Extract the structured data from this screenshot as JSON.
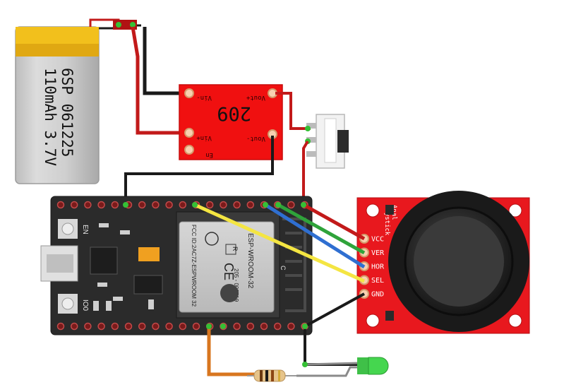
{
  "battery": {
    "line1": "6SP 061225",
    "line2": "110mAh 3.7V"
  },
  "booster": {
    "chip_label": "209",
    "pin_vin_minus": "Vin-",
    "pin_vin_plus": "Vin+",
    "pin_vout_plus": "Vout+",
    "pin_vout_minus": "Vout-",
    "pin_en": "En"
  },
  "esp32": {
    "button_en": "EN",
    "button_io0": "IO0",
    "module_name": "ESP-WROOM-32",
    "fcc_id": "FCC ID:2AC7Z-ESPWROOM 32",
    "cert_number": "205 - 000519",
    "r_mark": "R",
    "ce_mark": "CE",
    "c_mark": "C"
  },
  "joystick": {
    "title": "Anal",
    "title2": "Joystick",
    "pins": [
      "VCC",
      "VER",
      "HOR",
      "SEL",
      "GND"
    ]
  },
  "colors": {
    "board_red": "#e8181e",
    "booster_red": "#f01010",
    "esp_board": "#2b2b2b",
    "module_silver": "#c9c9c9",
    "wire_black": "#1a1a1a",
    "wire_red": "#c21a1a",
    "wire_yellow": "#f4e542",
    "wire_blue": "#2f6fd1",
    "wire_green": "#2fa33a",
    "wire_orange": "#d8761f",
    "wire_gray": "#8a8a8a",
    "led_green": "#45d64f",
    "battery_yellow": "#f2c01c"
  }
}
